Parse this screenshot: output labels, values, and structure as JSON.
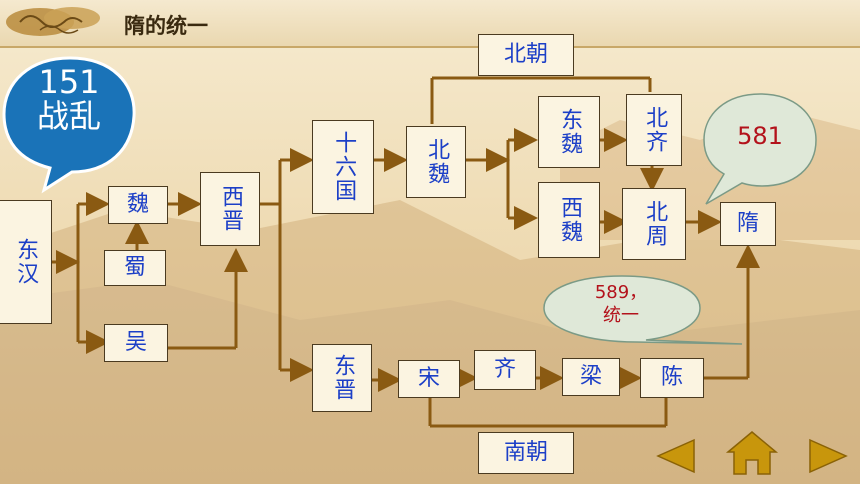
{
  "title": "隋的统一",
  "bubble_151": {
    "line1": "151",
    "line2": "战乱"
  },
  "bubble_581": "581",
  "bubble_589": {
    "line1": "589，",
    "line2": "统一"
  },
  "nodes": {
    "donghan": "东汉",
    "wei": "魏",
    "shu": "蜀",
    "wu": "吴",
    "xijin": "西晋",
    "shiliuguo": "十六国",
    "dongjin": "东晋",
    "beiwei": "北魏",
    "dongwei": "东魏",
    "xiwei": "西魏",
    "beiqi": "北齐",
    "beizhou": "北周",
    "sui": "隋",
    "song": "宋",
    "qi": "齐",
    "liang": "梁",
    "chen": "陈",
    "beichao": "北朝",
    "nanchao": "南朝"
  },
  "colors": {
    "line": "#8a5a12",
    "text": "#1c3fc7",
    "red": "#b3121b",
    "nav": "#c8960c"
  },
  "icons": [
    "cloud-ornament-icon",
    "prev-arrow-icon",
    "home-icon",
    "next-arrow-icon"
  ]
}
